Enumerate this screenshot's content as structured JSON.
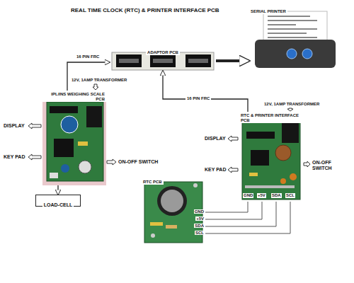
{
  "diagram": {
    "title": "REAL TIME CLOCK (RTC) & PRINTER INTERFACE PCB",
    "nodes": [
      {
        "text": [
          "SERIAL PRINTER"
        ]
      },
      {
        "text": [
          "ADAPTOR PCB"
        ]
      },
      {
        "text": [
          "IPL/INS WEIGHING SCALE PCB"
        ]
      },
      {
        "text": [
          "RTC & PRINTER INTERFACE PCB"
        ]
      },
      {
        "text": [
          "RTC PCB"
        ]
      },
      {
        "text": [
          "LOAD-CELL"
        ]
      }
    ],
    "edges": [
      {
        "from": 2,
        "to": 1,
        "label": "16 PIN FRC",
        "arrow": "to"
      },
      {
        "from": 3,
        "to": 1,
        "label": "16 PIN FRC",
        "arrow": "to"
      },
      {
        "from": 1,
        "to": 0,
        "arrow": "to"
      },
      {
        "from": 4,
        "to": 3,
        "arrow": "none"
      },
      {
        "from": 4,
        "to": 3,
        "arrow": "none"
      },
      {
        "from": 4,
        "to": 3,
        "arrow": "none"
      },
      {
        "from": 4,
        "to": 3,
        "arrow": "none"
      },
      {
        "from": 2,
        "to": 5,
        "arrow": "to"
      }
    ],
    "labels": [
      "12V, 1AMP TRANSFORMER",
      "DISPLAY",
      "KEY PAD",
      "ON-OFF SWITCH",
      "12V, 1AMP TRANSFORMER",
      "DISPLAY",
      "KEY PAD",
      "ON-OFF SWITCH",
      "GND",
      "+5V",
      "SDA",
      "SCL",
      "GND",
      "+5V",
      "SDA",
      "SCL"
    ]
  }
}
